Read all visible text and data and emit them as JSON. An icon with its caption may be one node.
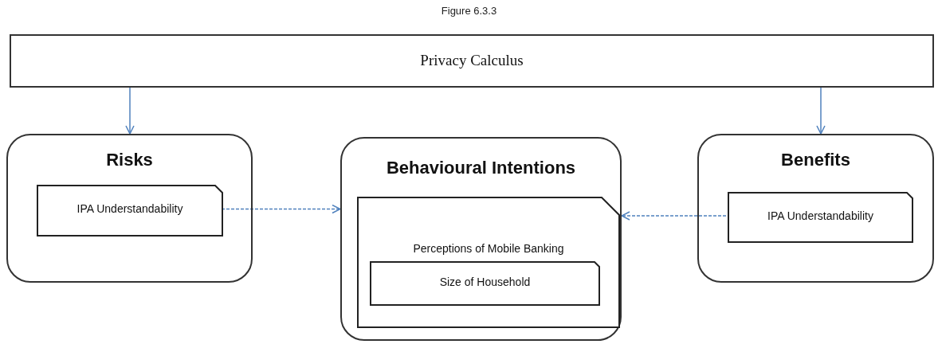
{
  "diagram": {
    "title": "Figure 6.3.3",
    "nodes": [
      {
        "text": [
          "Privacy Calculus"
        ]
      },
      {
        "text": [
          "Risks"
        ]
      },
      {
        "text": [
          "IPA Understandability"
        ],
        "in": 1
      },
      {
        "text": [
          "Behavioural Intentions"
        ]
      },
      {
        "text": [
          "Perceptions of Mobile Banking"
        ],
        "in": 3
      },
      {
        "text": [
          "Size of Household"
        ],
        "in": 4
      },
      {
        "text": [
          "Benefits"
        ]
      },
      {
        "text": [
          "IPA Understandability"
        ],
        "in": 6
      }
    ],
    "edges": [
      {
        "from": 0,
        "to": 1,
        "arrow": "to",
        "color": "#4f81bd"
      },
      {
        "from": 0,
        "to": 6,
        "arrow": "to",
        "color": "#4f81bd"
      },
      {
        "from": 2,
        "to": 3,
        "arrow": "to",
        "style": "dashed",
        "color": "#4f81bd"
      },
      {
        "from": 7,
        "to": 3,
        "arrow": "to",
        "style": "dashed",
        "color": "#4f81bd"
      }
    ]
  }
}
